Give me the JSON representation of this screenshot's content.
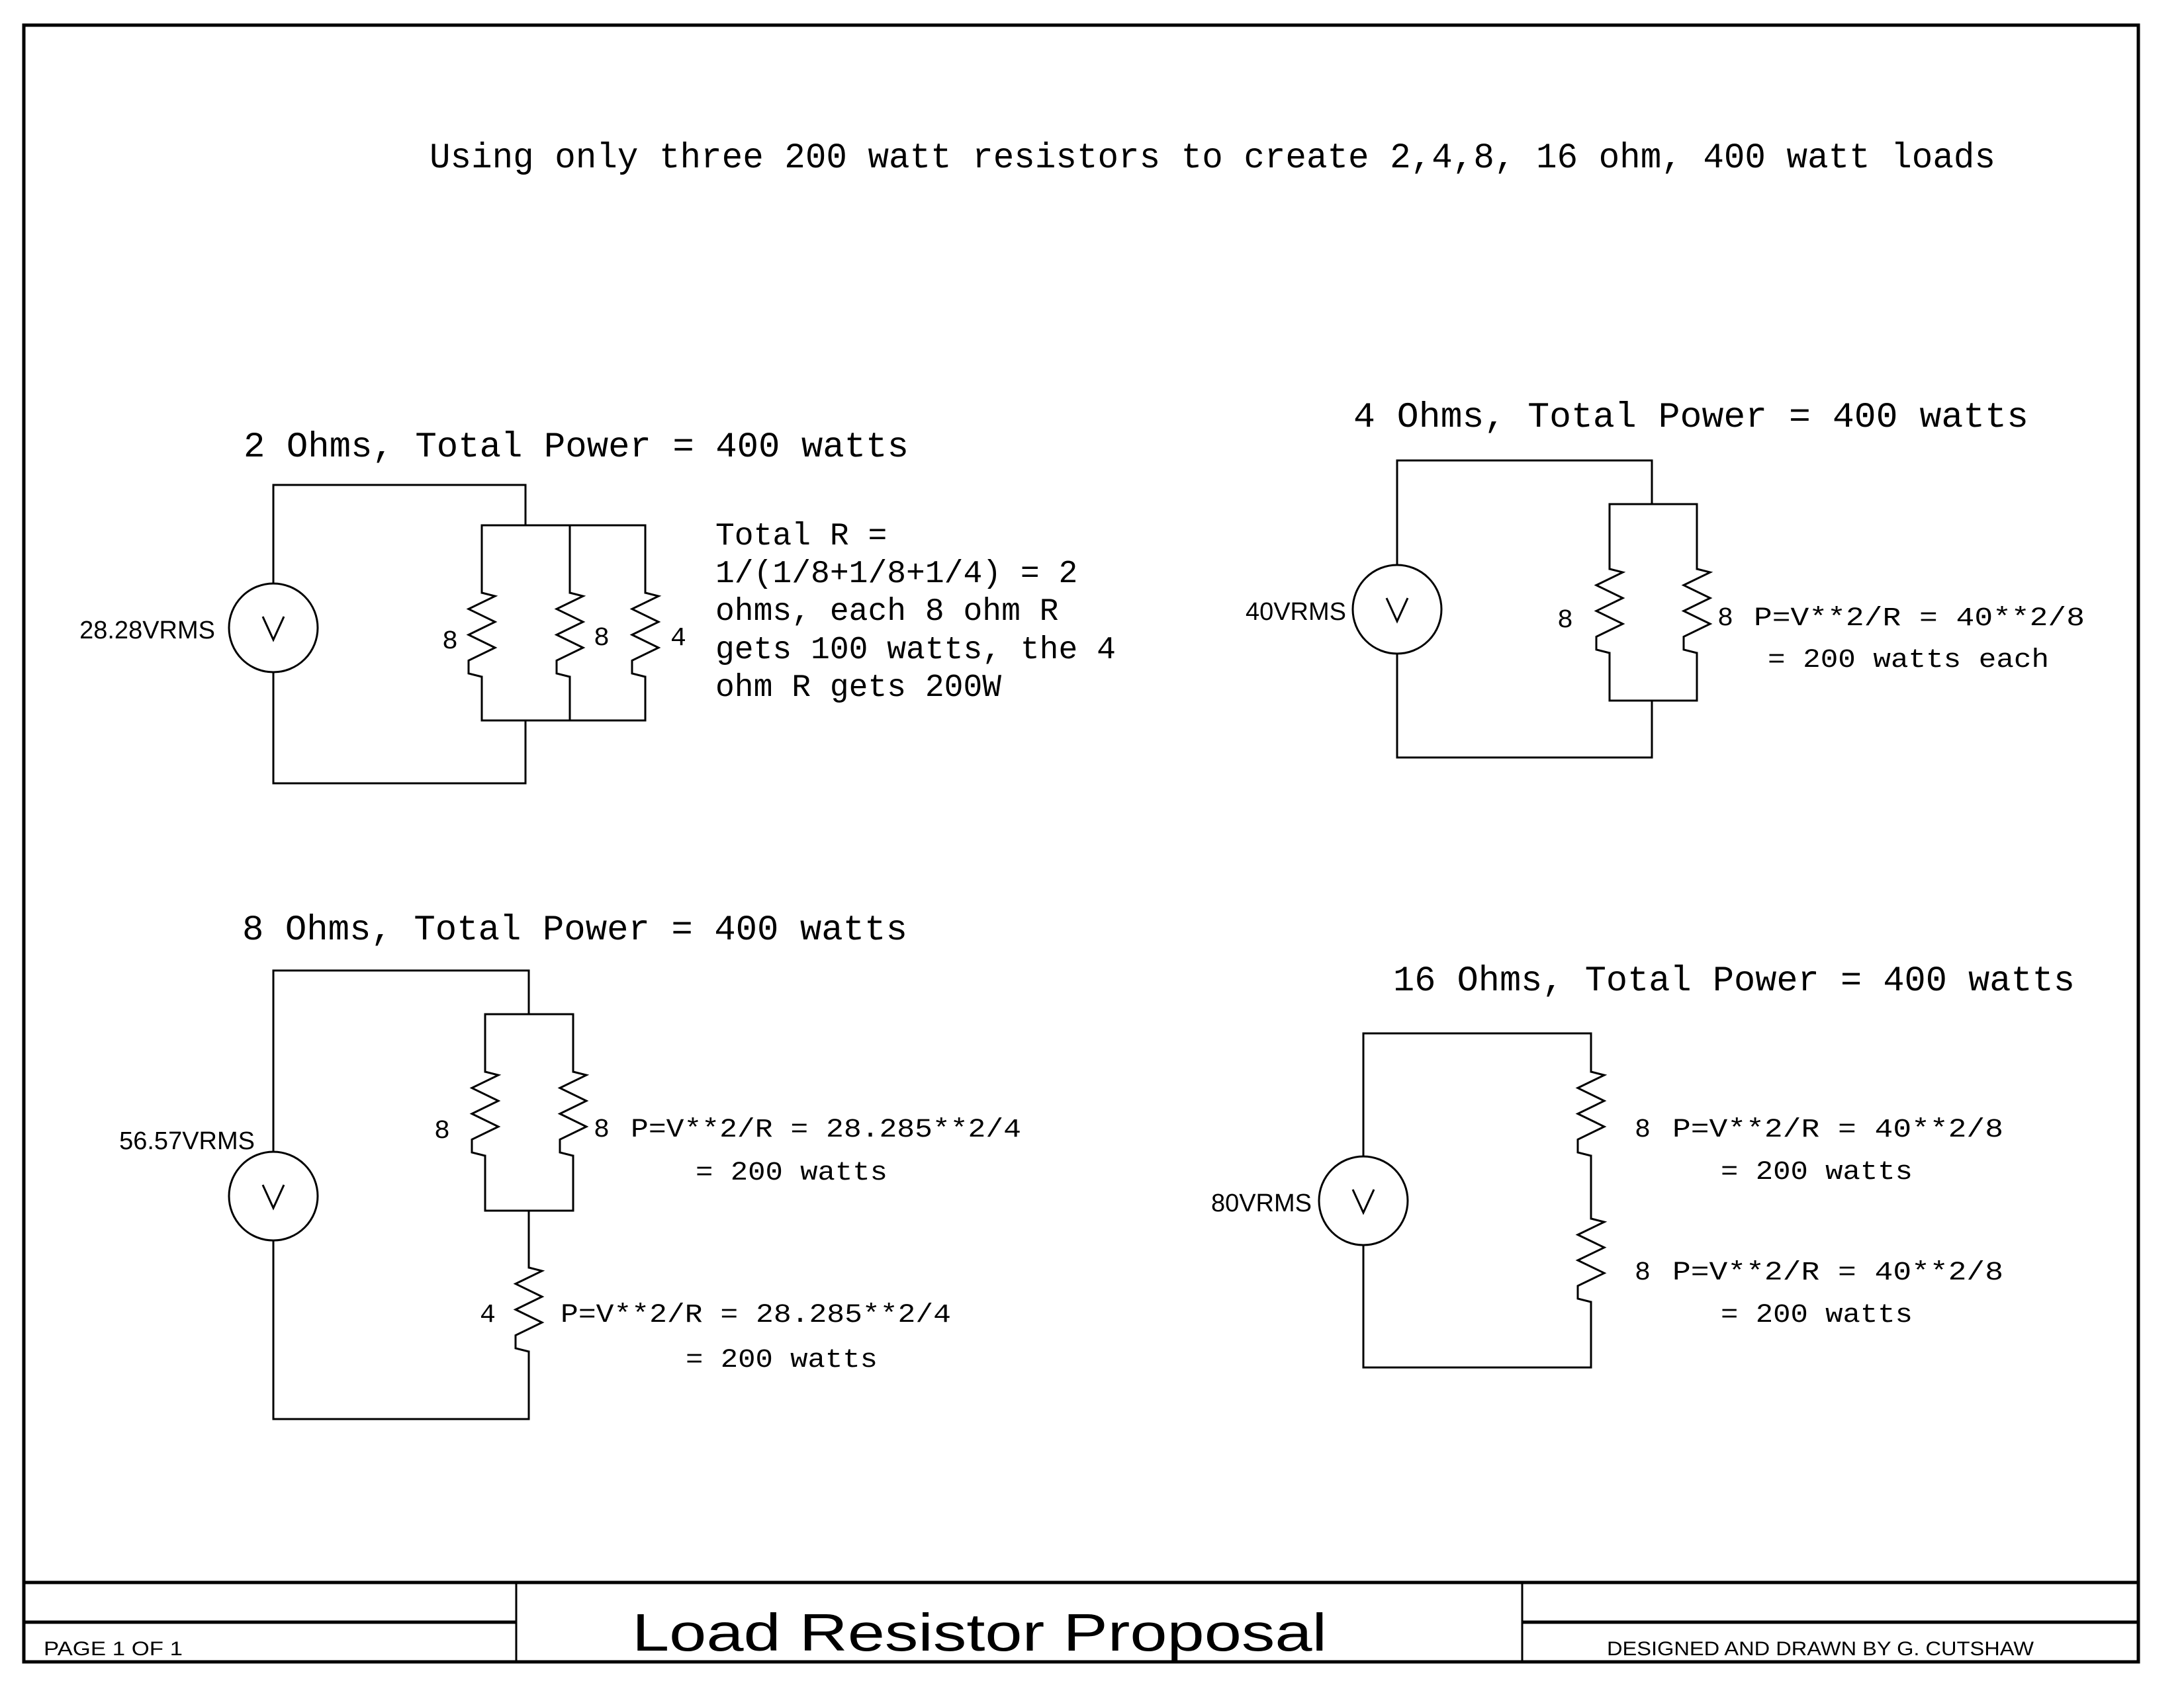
{
  "document": {
    "title": "Using only three 200 watt resistors to create 2,4,8, 16 ohm, 400 watt loads"
  },
  "circuits": {
    "two_ohm": {
      "heading": "2 Ohms, Total Power = 400 watts",
      "source_label": "28.28VRMS",
      "source_symbol": "V",
      "resistors": [
        "8",
        "8",
        "4"
      ],
      "notes": [
        "Total R =",
        "1/(1/8+1/8+1/4) = 2",
        "ohms, each 8 ohm R",
        "gets 100 watts, the 4",
        "ohm R gets 200W"
      ]
    },
    "four_ohm": {
      "heading": "4 Ohms, Total Power = 400 watts",
      "source_label": "40VRMS",
      "source_symbol": "V",
      "resistors": [
        "8",
        "8"
      ],
      "notes": [
        "P=V**2/R = 40**2/8",
        "= 200 watts each"
      ]
    },
    "eight_ohm": {
      "heading": "8 Ohms, Total Power = 400 watts",
      "source_label": "56.57VRMS",
      "source_symbol": "V",
      "resistors": [
        "8",
        "8",
        "4"
      ],
      "parallel_notes": [
        "P=V**2/R = 28.285**2/4",
        "= 200 watts"
      ],
      "series_notes": [
        "P=V**2/R = 28.285**2/4",
        "= 200 watts"
      ]
    },
    "sixteen_ohm": {
      "heading": "16 Ohms, Total Power = 400 watts",
      "source_label": "80VRMS",
      "source_symbol": "V",
      "resistors": [
        "8",
        "8"
      ],
      "upper_notes": [
        "P=V**2/R = 40**2/8",
        "= 200 watts"
      ],
      "lower_notes": [
        "P=V**2/R = 40**2/8",
        "= 200 watts"
      ]
    }
  },
  "title_block": {
    "page": "PAGE 1 OF 1",
    "drawing_title": "Load Resistor Proposal",
    "designer": "DESIGNED AND DRAWN BY G. CUTSHAW"
  }
}
